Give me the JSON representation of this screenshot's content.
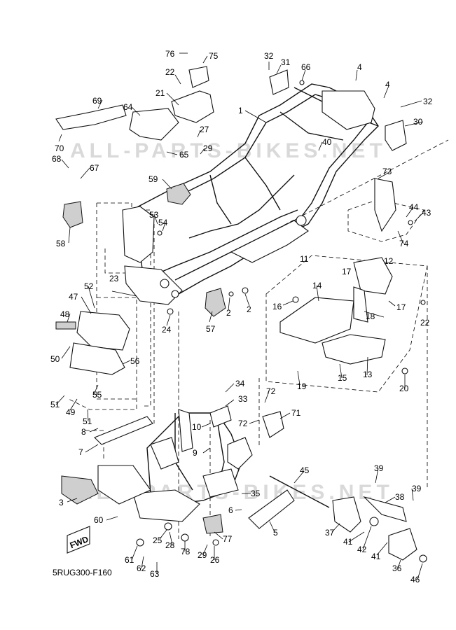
{
  "diagram": {
    "caption": "5RUG300-F160",
    "fwd_mark": "FWD",
    "watermark": "ALL-PARTS-BIKES.NET"
  },
  "labels": [
    {
      "id": "76",
      "text": "76"
    },
    {
      "id": "75",
      "text": "75"
    },
    {
      "id": "32a",
      "text": "32"
    },
    {
      "id": "31",
      "text": "31"
    },
    {
      "id": "66",
      "text": "66"
    },
    {
      "id": "4a",
      "text": "4"
    },
    {
      "id": "22a",
      "text": "22"
    },
    {
      "id": "21",
      "text": "21"
    },
    {
      "id": "4b",
      "text": "4"
    },
    {
      "id": "32b",
      "text": "32"
    },
    {
      "id": "69",
      "text": "69"
    },
    {
      "id": "64",
      "text": "64"
    },
    {
      "id": "1",
      "text": "1"
    },
    {
      "id": "30",
      "text": "30"
    },
    {
      "id": "27",
      "text": "27"
    },
    {
      "id": "29a",
      "text": "29"
    },
    {
      "id": "40",
      "text": "40"
    },
    {
      "id": "70",
      "text": "70"
    },
    {
      "id": "65",
      "text": "65"
    },
    {
      "id": "68",
      "text": "68"
    },
    {
      "id": "67",
      "text": "67"
    },
    {
      "id": "73",
      "text": "73"
    },
    {
      "id": "59",
      "text": "59"
    },
    {
      "id": "44",
      "text": "44"
    },
    {
      "id": "43",
      "text": "43"
    },
    {
      "id": "53",
      "text": "53"
    },
    {
      "id": "54",
      "text": "54"
    },
    {
      "id": "58",
      "text": "58"
    },
    {
      "id": "74",
      "text": "74"
    },
    {
      "id": "11",
      "text": "11"
    },
    {
      "id": "12",
      "text": "12"
    },
    {
      "id": "17a",
      "text": "17"
    },
    {
      "id": "23",
      "text": "23"
    },
    {
      "id": "52",
      "text": "52"
    },
    {
      "id": "14",
      "text": "14"
    },
    {
      "id": "47",
      "text": "47"
    },
    {
      "id": "16",
      "text": "16"
    },
    {
      "id": "2a",
      "text": "2"
    },
    {
      "id": "2b",
      "text": "2"
    },
    {
      "id": "17b",
      "text": "17"
    },
    {
      "id": "22b",
      "text": "22"
    },
    {
      "id": "48",
      "text": "48"
    },
    {
      "id": "24",
      "text": "24"
    },
    {
      "id": "57",
      "text": "57"
    },
    {
      "id": "18",
      "text": "18"
    },
    {
      "id": "50",
      "text": "50"
    },
    {
      "id": "56",
      "text": "56"
    },
    {
      "id": "13",
      "text": "13"
    },
    {
      "id": "15",
      "text": "15"
    },
    {
      "id": "19",
      "text": "19"
    },
    {
      "id": "20",
      "text": "20"
    },
    {
      "id": "34",
      "text": "34"
    },
    {
      "id": "51a",
      "text": "51"
    },
    {
      "id": "55",
      "text": "55"
    },
    {
      "id": "72a",
      "text": "72"
    },
    {
      "id": "33",
      "text": "33"
    },
    {
      "id": "49",
      "text": "49"
    },
    {
      "id": "51b",
      "text": "51"
    },
    {
      "id": "71",
      "text": "71"
    },
    {
      "id": "72b",
      "text": "72"
    },
    {
      "id": "8",
      "text": "8"
    },
    {
      "id": "10",
      "text": "10"
    },
    {
      "id": "7",
      "text": "7"
    },
    {
      "id": "9",
      "text": "9"
    },
    {
      "id": "45",
      "text": "45"
    },
    {
      "id": "39a",
      "text": "39"
    },
    {
      "id": "3",
      "text": "3"
    },
    {
      "id": "35",
      "text": "35"
    },
    {
      "id": "39b",
      "text": "39"
    },
    {
      "id": "38",
      "text": "38"
    },
    {
      "id": "6",
      "text": "6"
    },
    {
      "id": "60",
      "text": "60"
    },
    {
      "id": "5",
      "text": "5"
    },
    {
      "id": "37",
      "text": "37"
    },
    {
      "id": "25",
      "text": "25"
    },
    {
      "id": "77",
      "text": "77"
    },
    {
      "id": "41a",
      "text": "41"
    },
    {
      "id": "42",
      "text": "42"
    },
    {
      "id": "28",
      "text": "28"
    },
    {
      "id": "78",
      "text": "78"
    },
    {
      "id": "29b",
      "text": "29"
    },
    {
      "id": "41b",
      "text": "41"
    },
    {
      "id": "61",
      "text": "61"
    },
    {
      "id": "26",
      "text": "26"
    },
    {
      "id": "36",
      "text": "36"
    },
    {
      "id": "62",
      "text": "62"
    },
    {
      "id": "63",
      "text": "63"
    },
    {
      "id": "46",
      "text": "46"
    }
  ]
}
